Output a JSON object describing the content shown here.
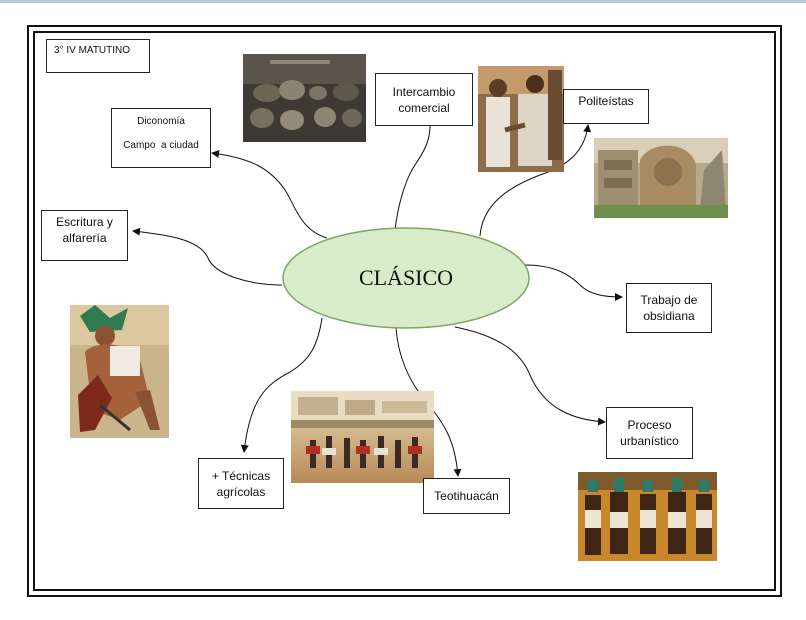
{
  "colors": {
    "ellipse_fill": "#d7ebc6",
    "ellipse_stroke": "#6f9a5a",
    "border": "#111111"
  },
  "center": {
    "title": "CLÁSICO"
  },
  "label_group": "3° IV MATUTINO",
  "nodes": {
    "intercambio": {
      "lines": [
        "Intercambio",
        "comercial"
      ]
    },
    "diconomia": {
      "lines": [
        "Diconomía",
        "Campo  a ciudad"
      ]
    },
    "politeistas": {
      "lines": [
        "Politeístas"
      ]
    },
    "escritura": {
      "lines": [
        "Escritura y",
        "alfarería"
      ]
    },
    "obsidiana": {
      "lines": [
        "Trabajo de",
        "obsidiana"
      ]
    },
    "proceso": {
      "lines": [
        "Proceso",
        "urbanístico"
      ]
    },
    "tecnicas": {
      "lines": [
        "+ Técnicas",
        "agrícolas"
      ]
    },
    "teotihuacan": {
      "lines": [
        "Teotihuacán"
      ]
    }
  },
  "images": [
    "ceramic-vessels-photo",
    "figures-painting",
    "maya-temple-collage",
    "warrior-painting",
    "city-procession-painting",
    "maya-mural-painting"
  ]
}
